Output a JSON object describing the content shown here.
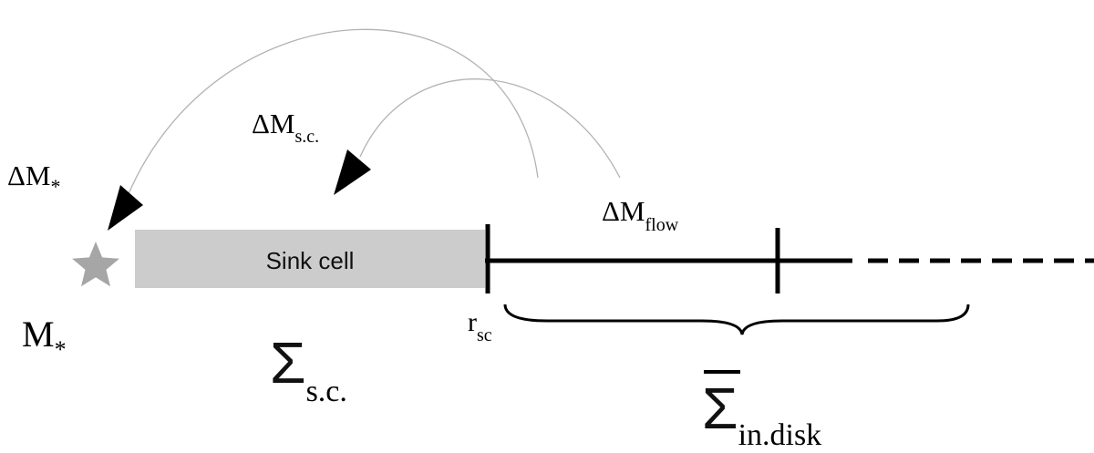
{
  "labels": {
    "sink_cell": "Sink cell",
    "dm_star_base": "ΔM",
    "dm_star_sub": "*",
    "dm_sc_base": "ΔM",
    "dm_sc_sub": "s.c.",
    "dm_flow_base": "ΔM",
    "dm_flow_sub": "flow",
    "m_star_base": "M",
    "m_star_sub": "*",
    "r_sc_base": "r",
    "r_sc_sub": "sc",
    "sigma_sc_base": "Σ",
    "sigma_sc_sub": "s.c.",
    "sigma_disk_base": "Σ",
    "sigma_disk_sub": "in.disk"
  },
  "colors": {
    "sink_cell_fill": "#cccccc",
    "star_fill": "#a6a6a6",
    "arrow_line": "#b3b3b3",
    "ink": "#000000"
  },
  "icons": {
    "star": "star-icon",
    "arrowhead": "triangle-arrowhead-icon"
  }
}
